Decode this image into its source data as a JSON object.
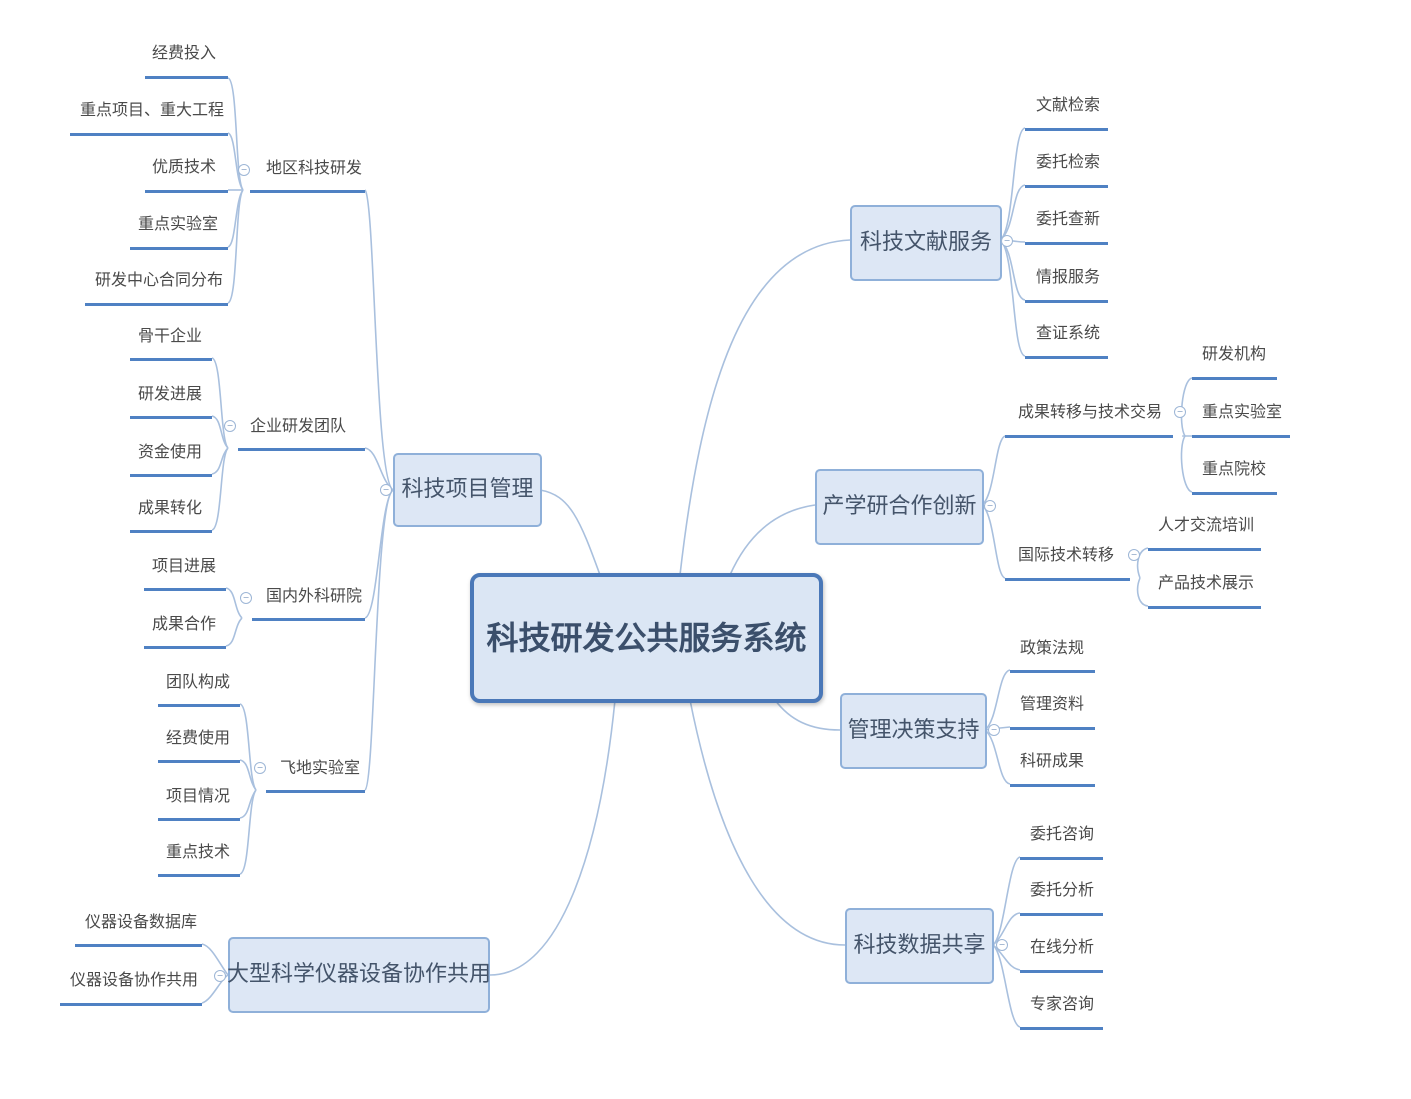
{
  "root": "科技研发公共服务系统",
  "branches": [
    {
      "id": "proj",
      "label": "科技项目管理",
      "subs": [
        {
          "label": "地区科技研发",
          "leaves": [
            "经费投入",
            "重点项目、重大工程",
            "优质技术",
            "重点实验室",
            "研发中心合同分布"
          ]
        },
        {
          "label": "企业研发团队",
          "leaves": [
            "骨干企业",
            "研发进展",
            "资金使用",
            "成果转化"
          ]
        },
        {
          "label": "国内外科研院",
          "leaves": [
            "项目进展",
            "成果合作"
          ]
        },
        {
          "label": "飞地实验室",
          "leaves": [
            "团队构成",
            "经费使用",
            "项目情况",
            "重点技术"
          ]
        }
      ]
    },
    {
      "id": "equip",
      "label": "大型科学仪器设备协作共用",
      "leaves": [
        "仪器设备数据库",
        "仪器设备协作共用"
      ]
    },
    {
      "id": "lit",
      "label": "科技文献服务",
      "leaves": [
        "文献检索",
        "委托检索",
        "委托查新",
        "情报服务",
        "查证系统"
      ]
    },
    {
      "id": "coop",
      "label": "产学研合作创新",
      "subs": [
        {
          "label": "成果转移与技术交易",
          "leaves": [
            "研发机构",
            "重点实验室",
            "重点院校"
          ]
        },
        {
          "label": "国际技术转移",
          "leaves": [
            "人才交流培训",
            "产品技术展示"
          ]
        }
      ]
    },
    {
      "id": "mgmt",
      "label": "管理决策支持",
      "leaves": [
        "政策法规",
        "管理资料",
        "科研成果"
      ]
    },
    {
      "id": "data",
      "label": "科技数据共享",
      "leaves": [
        "委托咨询",
        "委托分析",
        "在线分析",
        "专家咨询"
      ]
    }
  ]
}
